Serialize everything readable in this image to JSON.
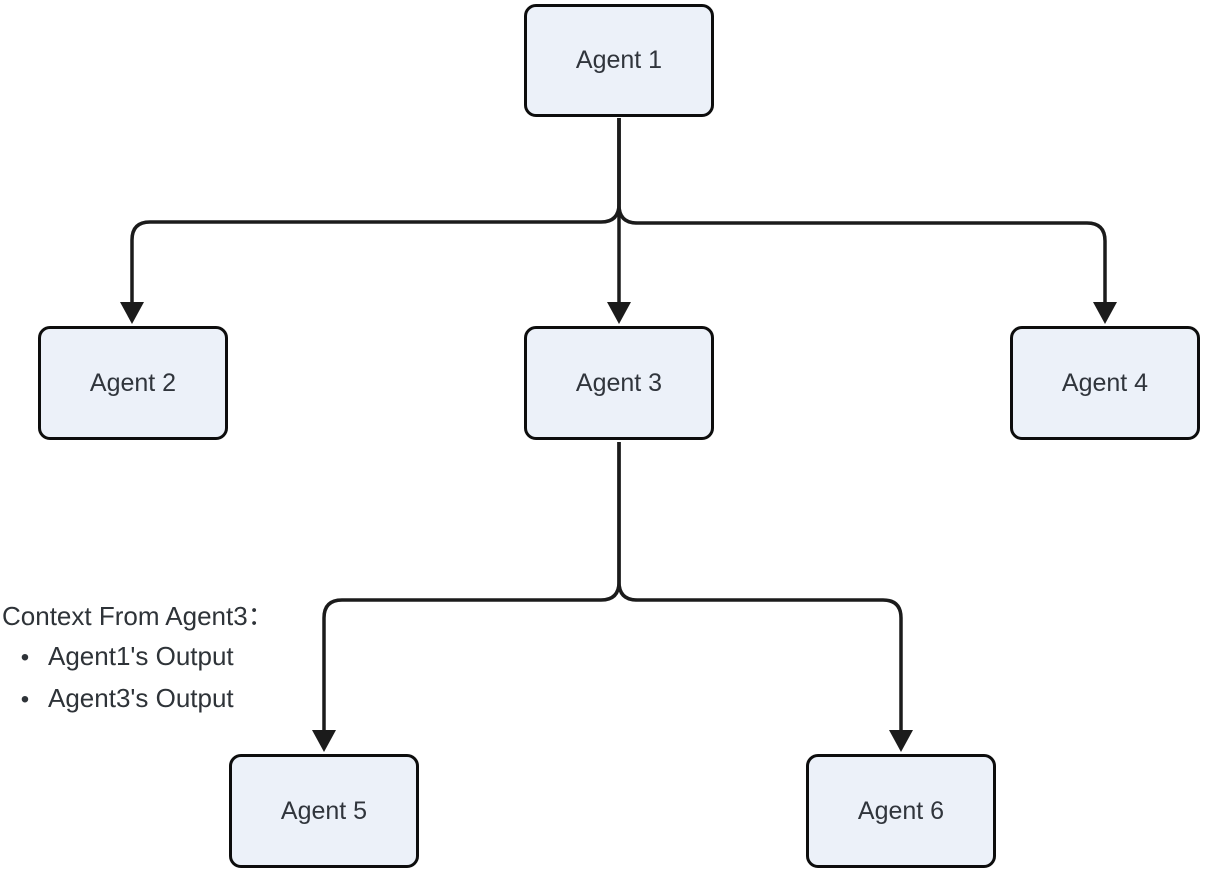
{
  "diagram": {
    "type": "flowchart-tree",
    "background": "#ffffff",
    "colors": {
      "node_fill": "#ecf1f9",
      "node_border": "#0d0d0d",
      "edge_stroke": "#1b1b1b",
      "node_text": "#30353c",
      "annotation_text": "#2e3338"
    },
    "nodes": [
      {
        "id": "agent1",
        "label": "Agent 1"
      },
      {
        "id": "agent2",
        "label": "Agent 2"
      },
      {
        "id": "agent3",
        "label": "Agent 3"
      },
      {
        "id": "agent4",
        "label": "Agent 4"
      },
      {
        "id": "agent5",
        "label": "Agent 5"
      },
      {
        "id": "agent6",
        "label": "Agent 6"
      }
    ],
    "edges": [
      {
        "from": "Agent 1",
        "to": "Agent 2",
        "arrow": "down"
      },
      {
        "from": "Agent 1",
        "to": "Agent 3",
        "arrow": "down"
      },
      {
        "from": "Agent 1",
        "to": "Agent 4",
        "arrow": "down"
      },
      {
        "from": "Agent 3",
        "to": "Agent 5",
        "arrow": "down"
      },
      {
        "from": "Agent 3",
        "to": "Agent 6",
        "arrow": "down"
      }
    ],
    "annotation": {
      "title": "Context From Agent3：",
      "bullet_glyph": "•",
      "bullets": [
        "Agent1's Output",
        "Agent3's Output"
      ]
    }
  }
}
